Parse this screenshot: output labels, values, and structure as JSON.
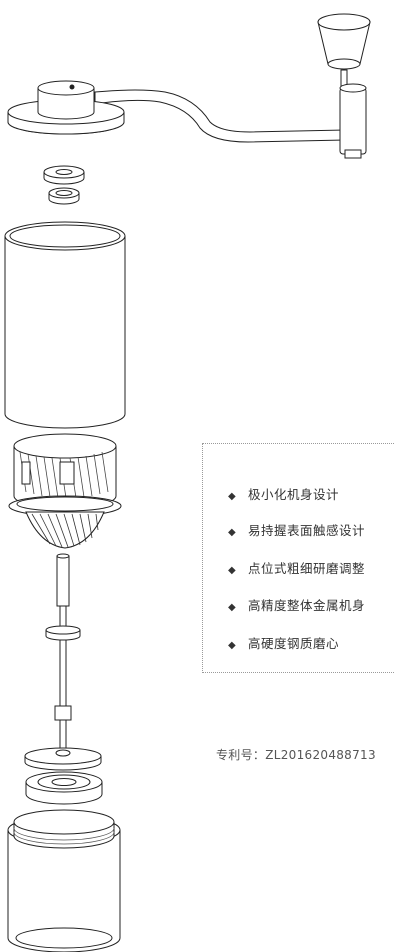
{
  "features": {
    "bullet": "◆",
    "items": [
      "极小化机身设计",
      "易持握表面触感设计",
      "点位式粗细研磨调整",
      "高精度整体金属机身",
      "高硬度钢质磨心"
    ]
  },
  "patent": {
    "label": "专利号：",
    "number": "ZL201620488713"
  }
}
